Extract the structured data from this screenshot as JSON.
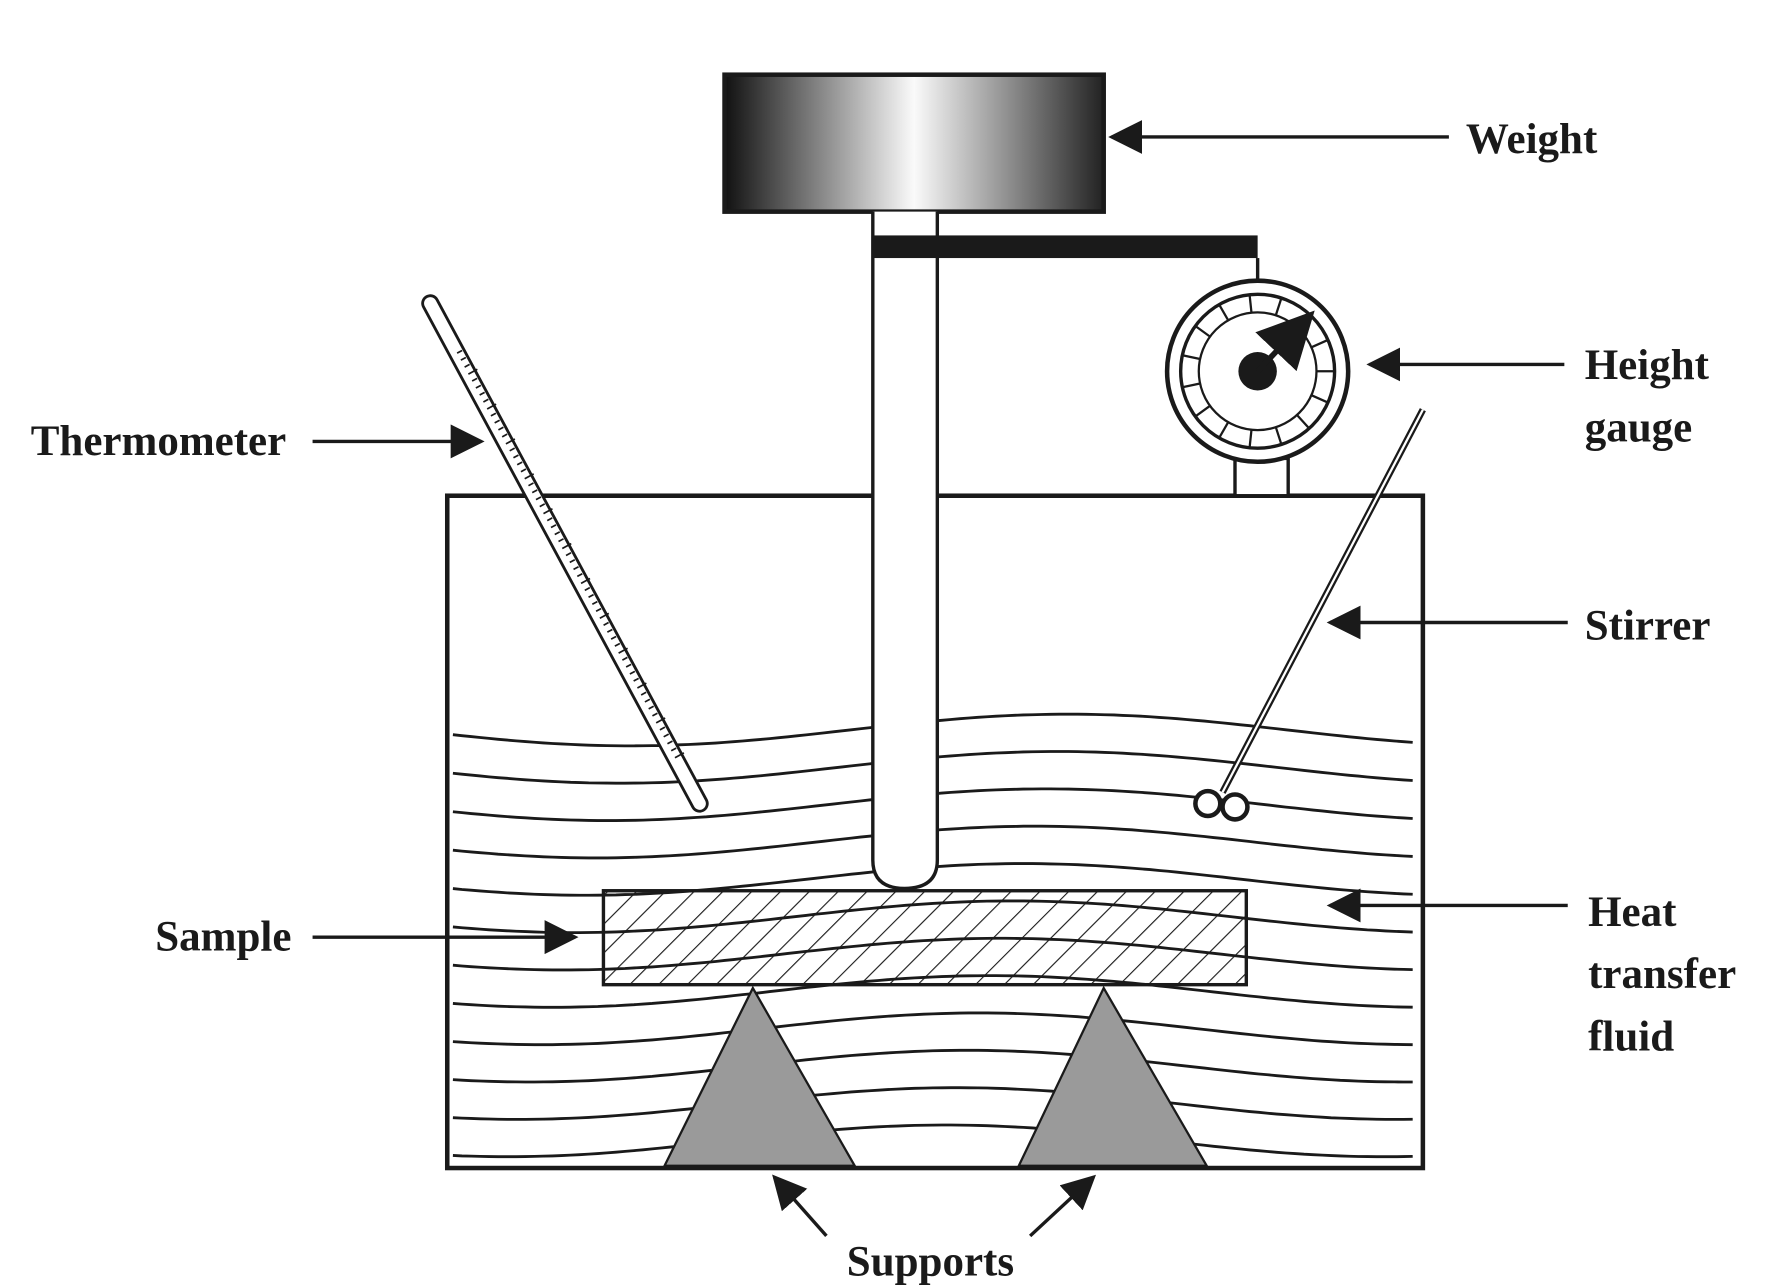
{
  "labels": {
    "weight": "Weight",
    "height_gauge_line1": "Height",
    "height_gauge_line2": "gauge",
    "thermometer": "Thermometer",
    "stirrer": "Stirrer",
    "heat_fluid_line1": "Heat",
    "heat_fluid_line2": "transfer",
    "heat_fluid_line3": "fluid",
    "sample": "Sample",
    "supports": "Supports"
  },
  "colors": {
    "ink": "#1a1a1a",
    "support_fill": "#9a9a9a"
  }
}
